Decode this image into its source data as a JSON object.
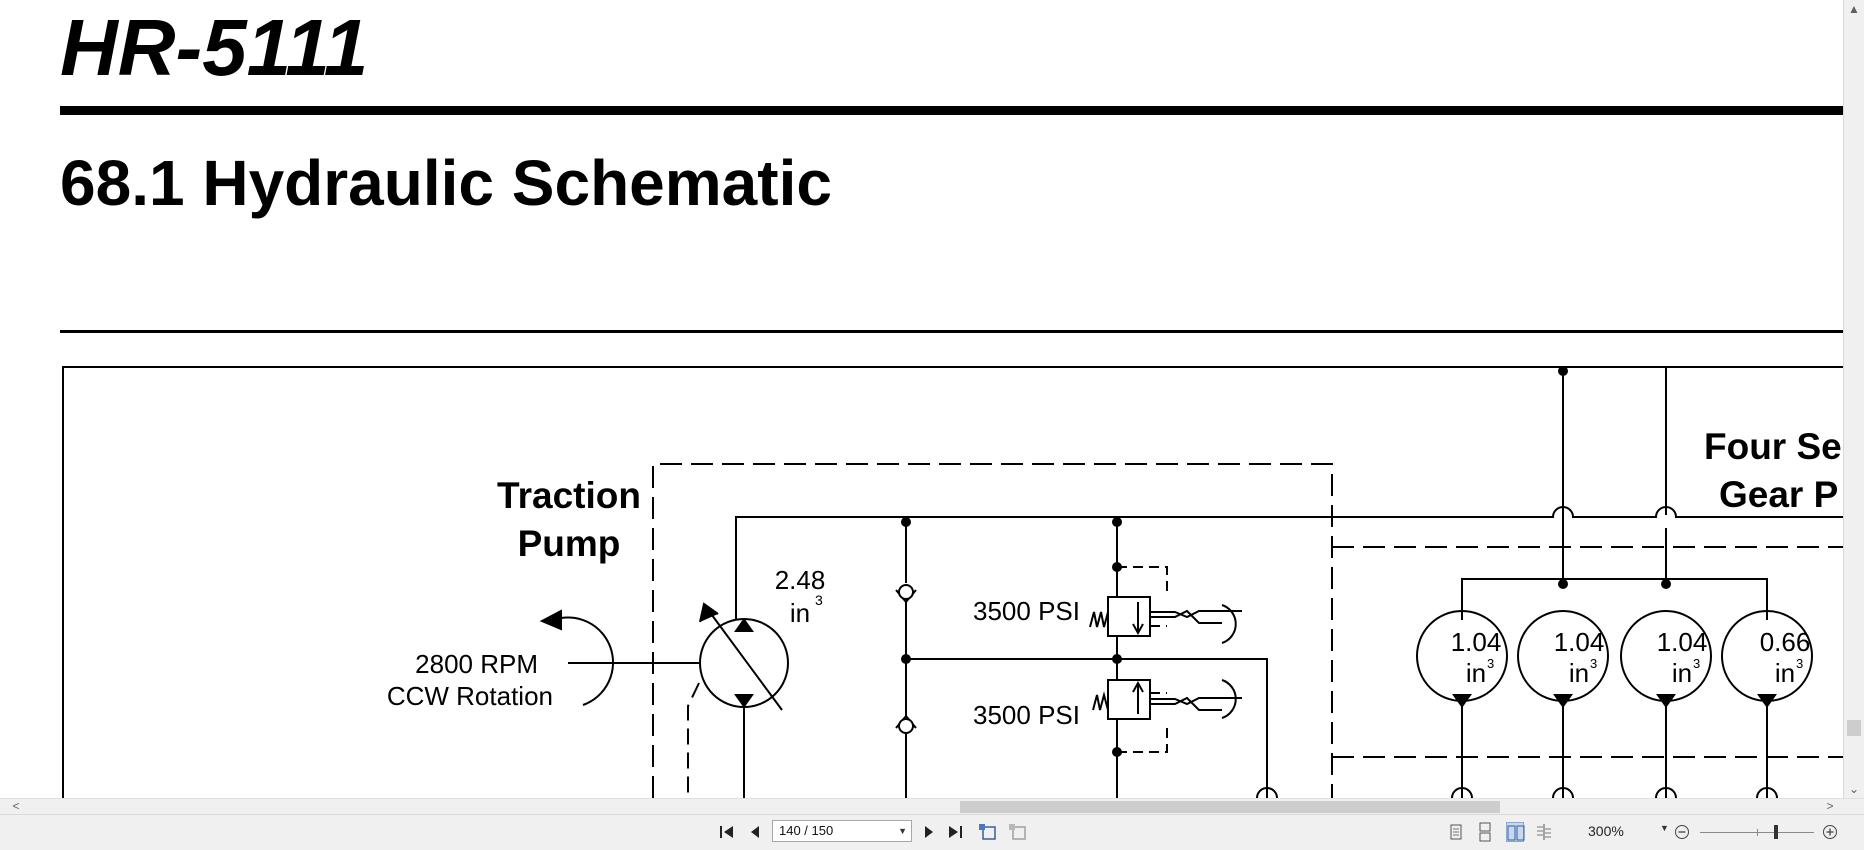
{
  "document": {
    "model_title": "HR-5111",
    "section_title": "68.1 Hydraulic Schematic",
    "traction_pump_label_line1": "Traction",
    "traction_pump_label_line2": "Pump",
    "pump_displacement_value": "2.48",
    "pump_displacement_unit": "in",
    "pump_displacement_exp": "3",
    "rpm_label": "2800 RPM",
    "rotation_label": "CCW Rotation",
    "relief_valve_top_label": "3500 PSI",
    "relief_valve_bottom_label": "3500 PSI",
    "gear_pump_label_line1": "Four Se",
    "gear_pump_label_line2": "Gear P",
    "gear_sections": [
      {
        "value": "1.04",
        "unit": "in",
        "exp": "3"
      },
      {
        "value": "1.04",
        "unit": "in",
        "exp": "3"
      },
      {
        "value": "1.04",
        "unit": "in",
        "exp": "3"
      },
      {
        "value": "0.66",
        "unit": "in",
        "exp": "3"
      }
    ]
  },
  "toolbar": {
    "page_indicator": "140 / 150",
    "zoom_level": "300%"
  },
  "icons": {
    "first_page": "first-page-icon",
    "prev_page": "prev-page-icon",
    "next_page": "next-page-icon",
    "last_page": "last-page-icon",
    "zoom_out": "zoom-out-icon",
    "zoom_in": "zoom-in-icon"
  }
}
